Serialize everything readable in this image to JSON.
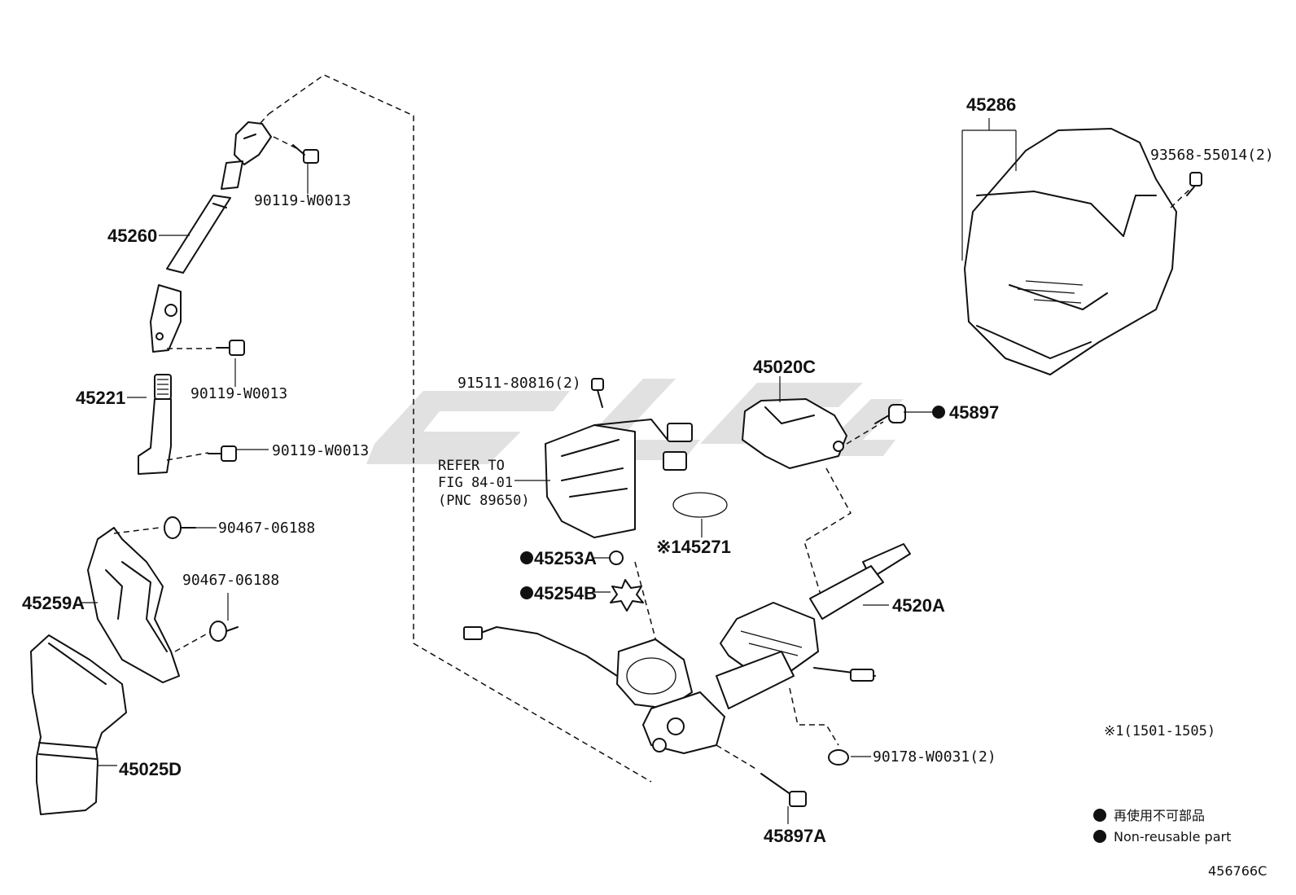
{
  "diagram_code": "456766C",
  "parts": {
    "p45260": "45260",
    "p45221": "45221",
    "p45259A": "45259A",
    "p45025D": "45025D",
    "p45286": "45286",
    "p45020C": "45020C",
    "p45897": "45897",
    "p45897A": "45897A",
    "p4520A": "4520A",
    "p45253A": "45253A",
    "p45254B": "45254B",
    "p45271": "※145271"
  },
  "fasteners": {
    "f1": "90119-W0013",
    "f2": "90119-W0013",
    "f3": "90119-W0013",
    "f4": "90467-06188",
    "f5": "90467-06188",
    "f6": "91511-80816(2)",
    "f7": "93568-55014(2)",
    "f8": "90178-W0031(2)"
  },
  "refer_note": {
    "line1": "REFER TO",
    "line2": "FIG 84-01",
    "line3": "(PNC 89650)"
  },
  "footnote": "※1(1501-1505)",
  "legend": {
    "jp": "再使用不可部品",
    "en": "Non-reusable part"
  },
  "colors": {
    "ink": "#111111",
    "watermark": "#c8c8c8",
    "background": "#ffffff"
  }
}
